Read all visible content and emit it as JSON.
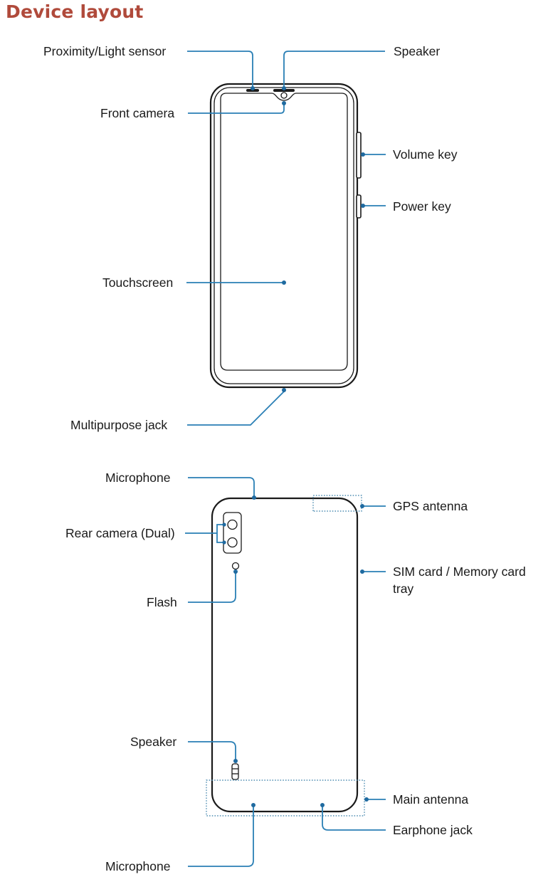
{
  "title": "Device layout",
  "accent_color": "#2a7fb5",
  "title_color": "#b04a3b",
  "front_labels": {
    "proximity_sensor": "Proximity/Light sensor",
    "speaker": "Speaker",
    "front_camera": "Front camera",
    "volume_key": "Volume key",
    "power_key": "Power key",
    "touchscreen": "Touchscreen",
    "multipurpose_jack": "Multipurpose jack"
  },
  "back_labels": {
    "microphone_top": "Microphone",
    "gps_antenna": "GPS antenna",
    "rear_camera": "Rear camera (Dual)",
    "sim_tray_line1": "SIM card / Memory card",
    "sim_tray_line2": "tray",
    "flash": "Flash",
    "speaker": "Speaker",
    "main_antenna": "Main antenna",
    "earphone_jack": "Earphone jack",
    "microphone_bottom": "Microphone"
  }
}
